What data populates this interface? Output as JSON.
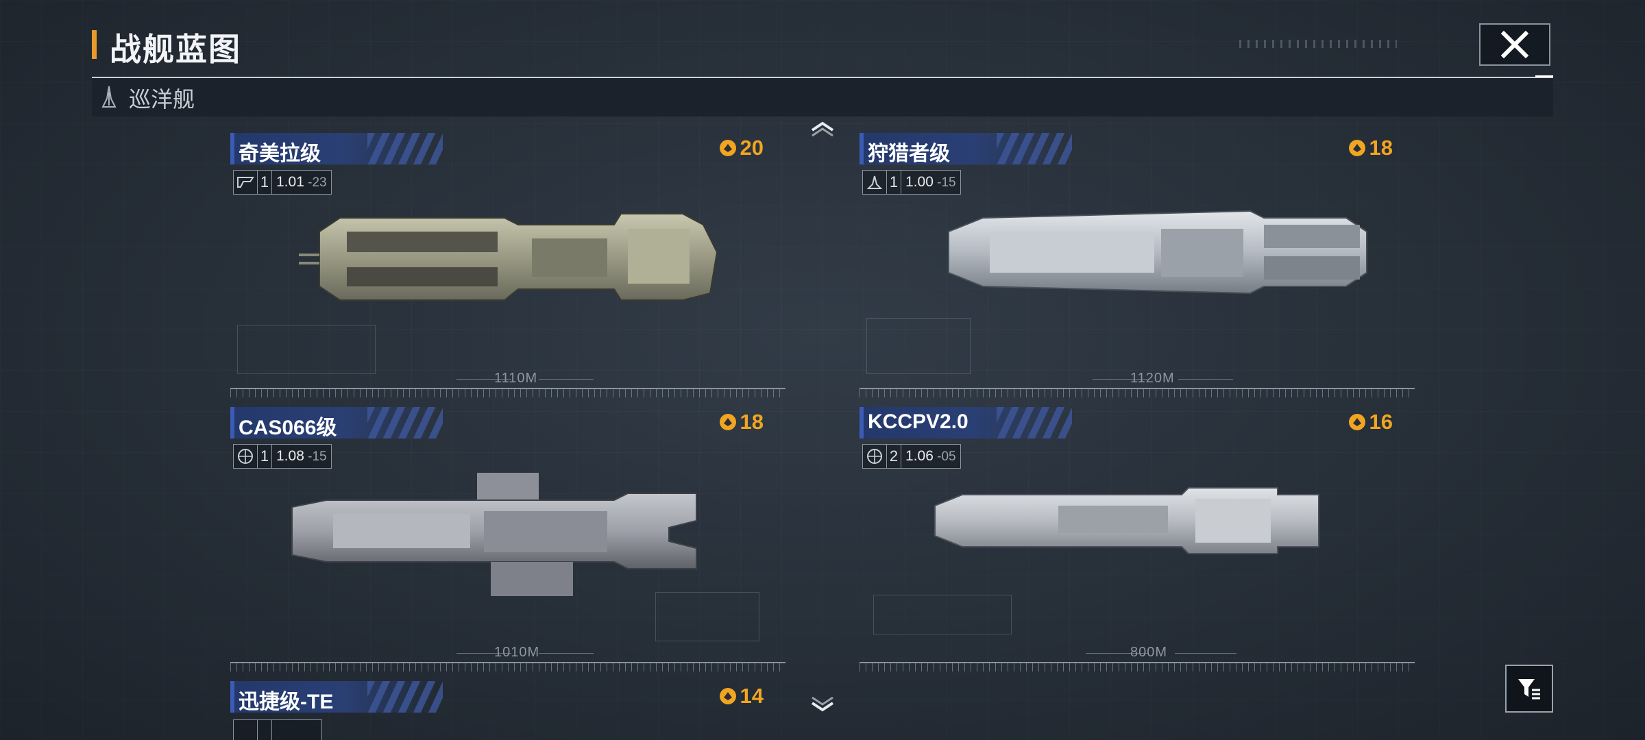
{
  "header": {
    "title": "战舰蓝图",
    "category": "巡洋舰"
  },
  "ships": [
    {
      "name": "奇美拉级",
      "cost": "20",
      "tier": "1",
      "version": "1.01",
      "version_sub": "23",
      "length": "1110M",
      "icon": "faction-emblem-icon"
    },
    {
      "name": "狩猎者级",
      "cost": "18",
      "tier": "1",
      "version": "1.00",
      "version_sub": "15",
      "length": "1120M",
      "icon": "faction-emblem-icon"
    },
    {
      "name": "CAS066级",
      "cost": "18",
      "tier": "1",
      "version": "1.08",
      "version_sub": "15",
      "length": "1010M",
      "icon": "globe-icon"
    },
    {
      "name": "KCCPV2.0",
      "cost": "16",
      "tier": "2",
      "version": "1.06",
      "version_sub": "05",
      "length": "800M",
      "icon": "globe-icon"
    },
    {
      "name": "迅捷级-TE",
      "cost": "14",
      "tier": "",
      "version": "",
      "version_sub": "",
      "length": "",
      "icon": ""
    }
  ],
  "colors": {
    "accent": "#e89a2c",
    "cost": "#f1a521",
    "plate": "#23386b"
  }
}
